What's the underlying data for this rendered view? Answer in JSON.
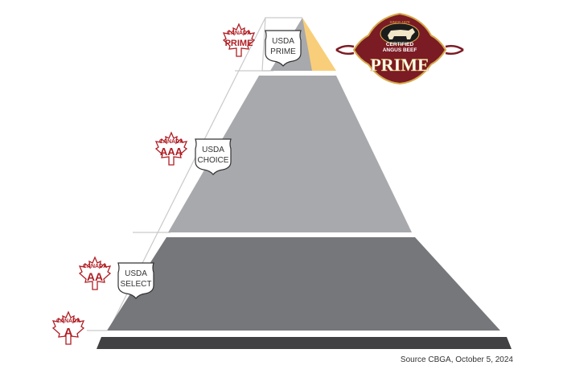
{
  "colors": {
    "tier_top": "#a7a9ac",
    "tier_top_accent": "#f9ce7a",
    "tier_middle": "#a8a9ac",
    "tier_lower": "#76777a",
    "tier_base": "#414042",
    "canada_red": "#b01e24",
    "badge_maroon": "#7b1b24",
    "badge_gold": "#d4a94a"
  },
  "canada_marks": [
    {
      "country": "CANADA",
      "grade": "PRIME"
    },
    {
      "country": "CANADA",
      "grade": "AAA"
    },
    {
      "country": "CANADA",
      "grade": "AA"
    },
    {
      "country": "CANADA",
      "grade": "A"
    }
  ],
  "usda_shields": [
    {
      "agency": "USDA",
      "grade": "PRIME"
    },
    {
      "agency": "USDA",
      "grade": "CHOICE"
    },
    {
      "agency": "USDA",
      "grade": "SELECT"
    }
  ],
  "cab_badge": {
    "since": "SINCE 1978",
    "brand_line1": "CERTIFIED",
    "brand_line2": "ANGUS BEEF",
    "grade": "PRIME"
  },
  "source_note": "Source CBGA, October 5, 2024"
}
